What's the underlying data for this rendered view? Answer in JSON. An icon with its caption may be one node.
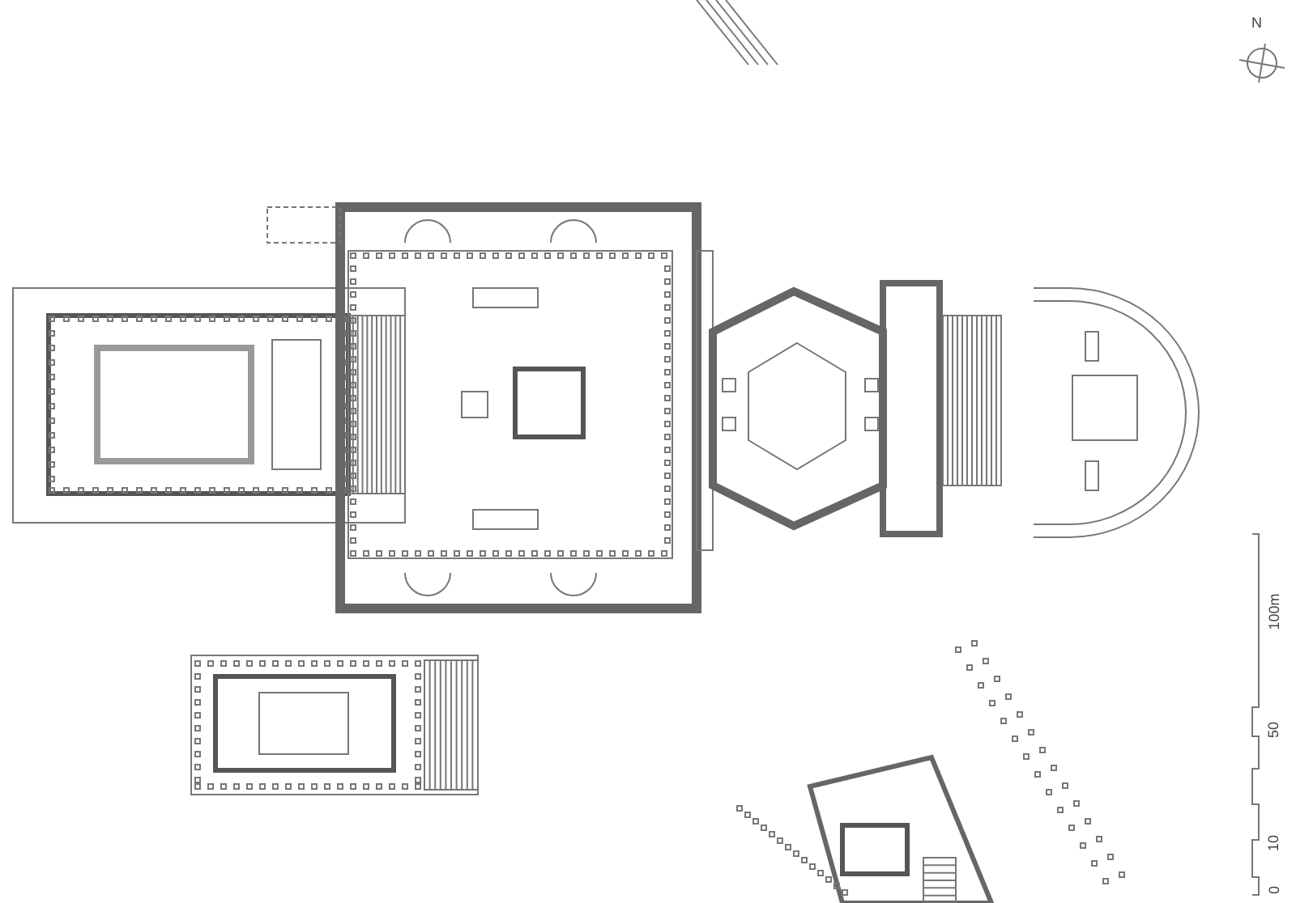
{
  "diagram": {
    "labels": [
      "N",
      "100m",
      "50",
      "10",
      "0"
    ]
  }
}
